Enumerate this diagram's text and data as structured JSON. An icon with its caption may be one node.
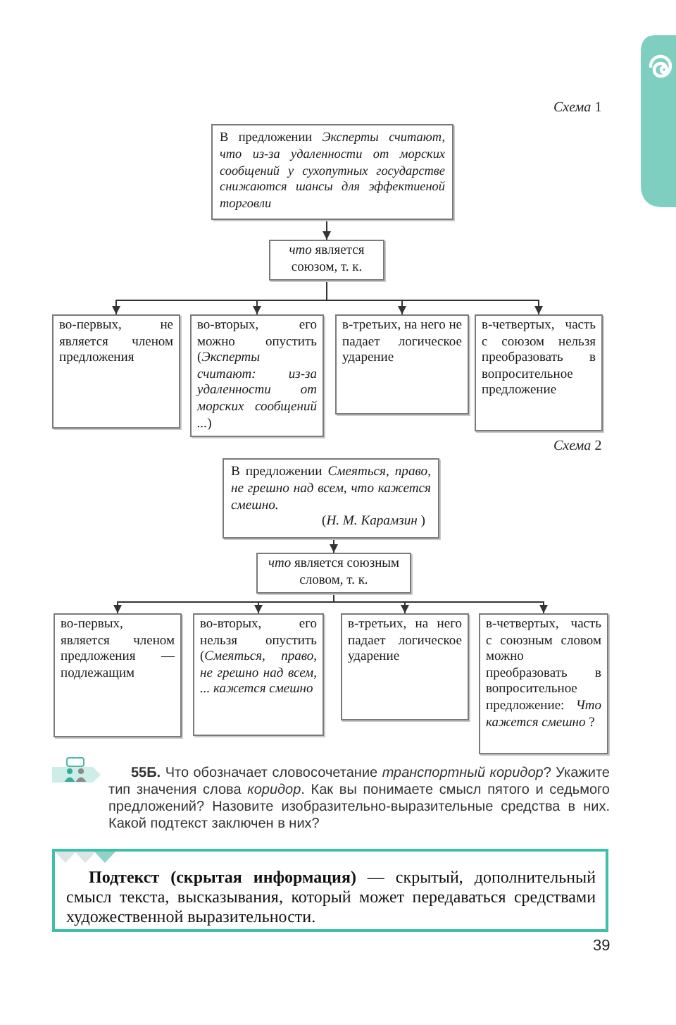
{
  "diagram": {
    "nodes": [
      {
        "text": [
          "В предложении *Эксперты считают, что из-за удаленности от морских сообщений у сухопутных государстве снижаются шансы для эффектиеной торговли*"
        ]
      },
      {
        "text": [
          "*что* является союзом, т. к."
        ]
      },
      {
        "text": [
          "во-первых, не является членом предложения"
        ]
      },
      {
        "text": [
          "во-вторых, его можно опустить (*Эксперты считают: из-за удаленности от морских сообщений ...*)"
        ]
      },
      {
        "text": [
          "в-третьих, на него не падает логическое ударение"
        ]
      },
      {
        "text": [
          "в-четвертых, часть с союзом нельзя преобразовать в вопросительное предложение"
        ]
      },
      {
        "text": [
          "В предложении *Смеяться, право, не грешно над всем, что кажется смешно.*",
          "(*Н. М. Карамзин* )"
        ]
      },
      {
        "text": [
          "*что* является союзным словом, т. к."
        ]
      },
      {
        "text": [
          "во-первых, является членом предложения — подлежащим"
        ]
      },
      {
        "text": [
          "во-вторых, его нельзя опустить (*Смеяться, право, не грешно над всем, ... кажется смешно*"
        ]
      },
      {
        "text": [
          "в-третьих, на него падает логическое ударение"
        ]
      },
      {
        "text": [
          "в-четвертых, часть с союзным словом можно преобразовать в вопросительное предложение: *Что кажется смешно* ?"
        ]
      },
      {
        "text": [
          "**Подтекст (скрытая информация)** — скрытый, дополнительный смысл текста, высказывания, который может передаваться средствами художественной выразительности."
        ]
      }
    ],
    "edges": [
      {
        "from": 0,
        "to": 1,
        "arrow": "to"
      },
      {
        "from": 1,
        "to": 2,
        "arrow": "to"
      },
      {
        "from": 1,
        "to": 3,
        "arrow": "to"
      },
      {
        "from": 1,
        "to": 4,
        "arrow": "to"
      },
      {
        "from": 1,
        "to": 5,
        "arrow": "to"
      },
      {
        "from": 6,
        "to": 7,
        "arrow": "to"
      },
      {
        "from": 7,
        "to": 8,
        "arrow": "to"
      },
      {
        "from": 7,
        "to": 9,
        "arrow": "to"
      },
      {
        "from": 7,
        "to": 10,
        "arrow": "to"
      },
      {
        "from": 7,
        "to": 11,
        "arrow": "to"
      }
    ],
    "labels": [
      "*Схема* 1",
      "*Схема* 2",
      "**55Б.** Что обозначает словосочетание *транспортный коридор*? Укажите тип значения слова *коридор*. Как вы понимаете смысл пятого и седьмого предложений? Назовите изобразительно-выразительные средства в них. Какой подтекст заключен в них?",
      "39"
    ]
  }
}
